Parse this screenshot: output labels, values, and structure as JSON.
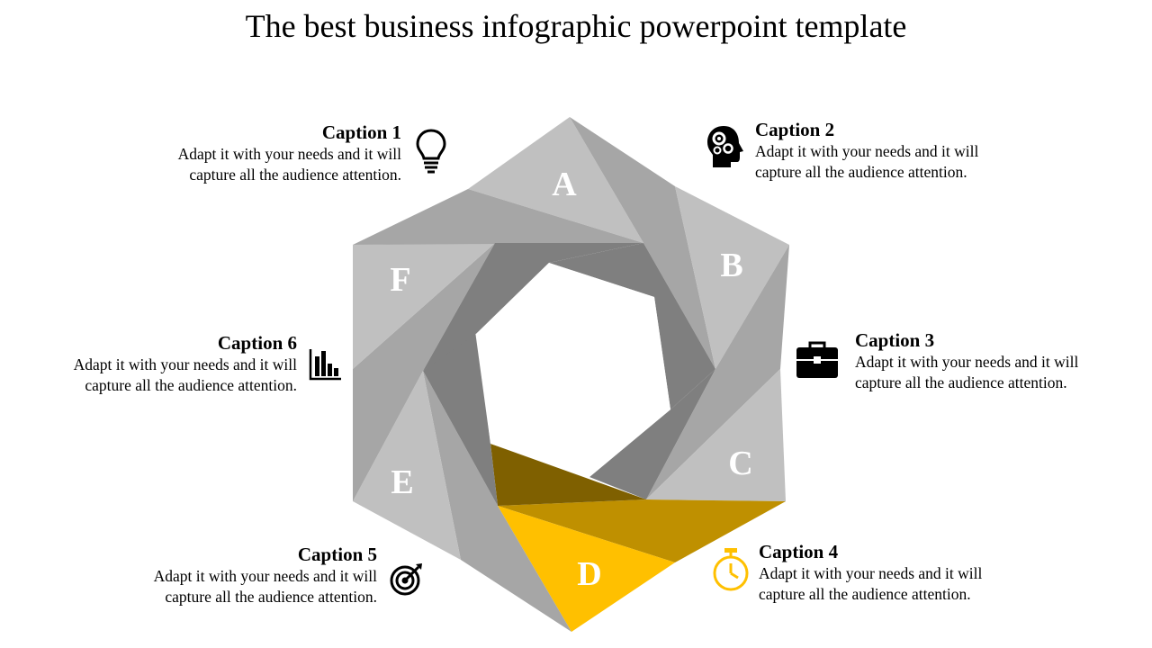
{
  "title": "The best business infographic powerpoint template",
  "colors": {
    "light_gray": "#c0c0c0",
    "mid_gray": "#a6a6a6",
    "dark_gray": "#7f7f7f",
    "yellow": "#ffc000",
    "dark_yellow": "#bf9000",
    "olive": "#7f6000"
  },
  "segments": [
    {
      "letter": "A"
    },
    {
      "letter": "B"
    },
    {
      "letter": "C"
    },
    {
      "letter": "D",
      "highlighted": true
    },
    {
      "letter": "E"
    },
    {
      "letter": "F"
    }
  ],
  "captions": [
    {
      "title": "Caption 1",
      "body": "Adapt it with your needs and it will capture all the audience attention.",
      "icon": "lightbulb-icon"
    },
    {
      "title": "Caption 2",
      "body": "Adapt it with your needs and it will capture all the audience attention.",
      "icon": "head-gears-icon"
    },
    {
      "title": "Caption 3",
      "body": "Adapt it with your needs and it will capture all the audience attention.",
      "icon": "briefcase-icon"
    },
    {
      "title": "Caption 4",
      "body": "Adapt it with your needs and it will capture all the audience attention.",
      "icon": "stopwatch-icon"
    },
    {
      "title": "Caption 5",
      "body": "Adapt it with your needs and it will capture all the audience attention.",
      "icon": "target-icon"
    },
    {
      "title": "Caption 6",
      "body": "Adapt it with your needs and it will capture all the audience attention.",
      "icon": "bar-chart-icon"
    }
  ]
}
